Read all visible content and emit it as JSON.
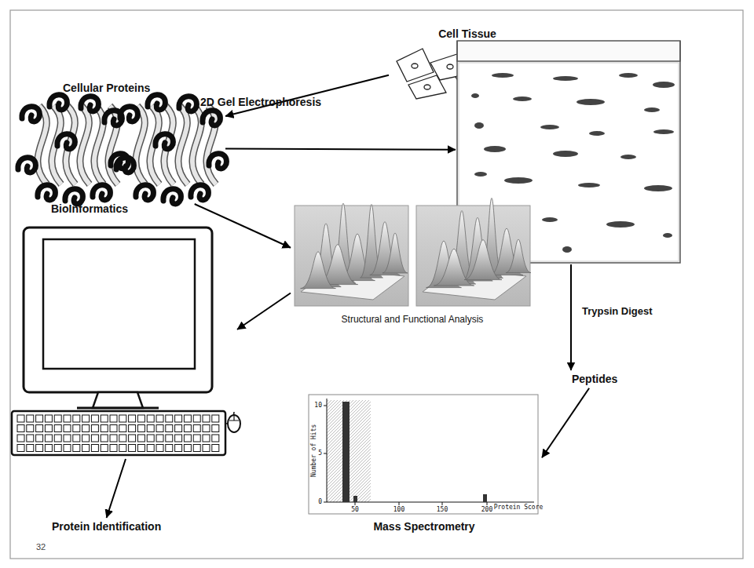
{
  "diagram": {
    "nodes": [
      {
        "text": [
          "Cell Tissue"
        ]
      },
      {
        "text": [
          "Cellular Proteins"
        ]
      },
      {
        "text": [
          "2D Gel Electrophoresis"
        ]
      },
      {
        "text": [
          "BioInformatics"
        ]
      },
      {
        "text": [
          "Structural and Functional Analysis"
        ]
      },
      {
        "text": [
          "Peptides"
        ]
      },
      {
        "text": [
          "Protein Identification"
        ]
      },
      {
        "text": [
          "Mass Spectrometry"
        ]
      }
    ],
    "edges": [
      {
        "from": 0,
        "to": 1,
        "arrow": "to"
      },
      {
        "from": 1,
        "to": 2,
        "arrow": "to"
      },
      {
        "from": 1,
        "to": 4,
        "arrow": "to"
      },
      {
        "from": 4,
        "to": 3,
        "arrow": "to"
      },
      {
        "from": 2,
        "to": 5,
        "label": "Trypsin Digest",
        "arrow": "to"
      },
      {
        "from": 5,
        "to": 7,
        "arrow": "to"
      },
      {
        "from": 3,
        "to": 6,
        "arrow": "to"
      }
    ],
    "labels": [
      "Number of Hits",
      "0",
      "5",
      "10",
      "50",
      "100",
      "150",
      "200",
      "Protein Score",
      "32"
    ]
  }
}
